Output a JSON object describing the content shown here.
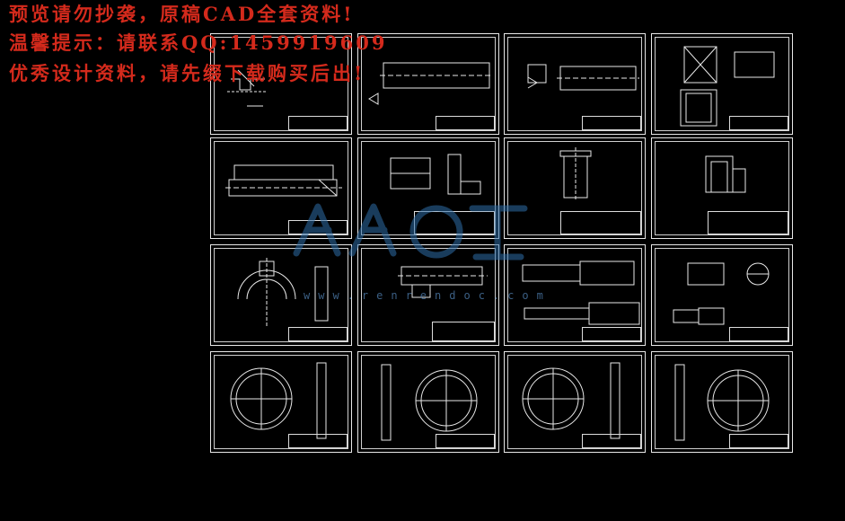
{
  "watermark": {
    "line1": "预览请勿抄袭，原稿CAD全套资料!",
    "line2": "温馨提示：请联系QQ:1459919609",
    "line3": "优秀设计资料，请先缀下载购买后出!"
  },
  "logo": {
    "url_text": "www.renrendoc.com"
  },
  "colors": {
    "background": "#000000",
    "watermark_text": "#d42a1c",
    "drawing_lines": "#e8e8e8",
    "logo": "#2f6ea8"
  },
  "sheets": [
    {
      "id": "r1c1"
    },
    {
      "id": "r1c2"
    },
    {
      "id": "r1c3"
    },
    {
      "id": "r1c4"
    },
    {
      "id": "r2c1"
    },
    {
      "id": "r2c2"
    },
    {
      "id": "r2c3"
    },
    {
      "id": "r2c4"
    },
    {
      "id": "r3c1"
    },
    {
      "id": "r3c2"
    },
    {
      "id": "r3c3"
    },
    {
      "id": "r3c4"
    },
    {
      "id": "r4c1"
    },
    {
      "id": "r4c2"
    },
    {
      "id": "r4c3"
    },
    {
      "id": "r4c4"
    }
  ]
}
